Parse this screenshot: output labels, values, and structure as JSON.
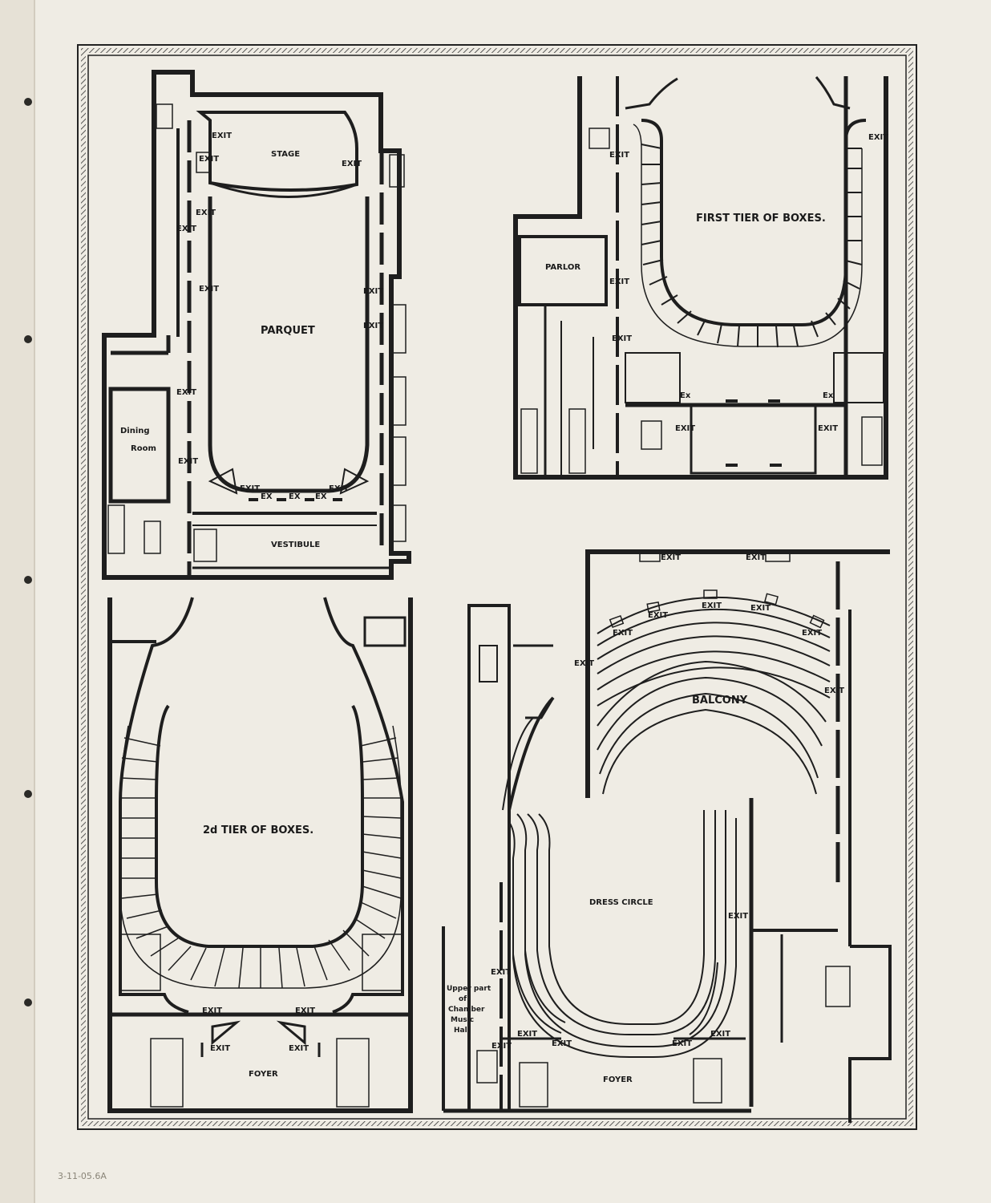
{
  "plans": {
    "parquet": {
      "stage": "STAGE",
      "name": "PARQUET",
      "dining": "Dining",
      "room": "Room",
      "vestibule": "VESTIBULE",
      "exit": "EXIT",
      "ex": "EX"
    },
    "first_tier": {
      "name": "FIRST TIER OF BOXES.",
      "parlor": "PARLOR",
      "exit": "EXIT",
      "ex": "Ex"
    },
    "second_tier": {
      "name": "2d TIER OF BOXES.",
      "foyer": "FOYER",
      "exit": "EXIT"
    },
    "balcony": {
      "name": "BALCONY",
      "dress_circle": "DRESS CIRCLE",
      "foyer": "FOYER",
      "exit": "EXIT",
      "chamber_line1": "Upper part",
      "chamber_line2": "of",
      "chamber_line3": "Chamber",
      "chamber_line4": "Music",
      "chamber_line5": "Hall"
    }
  },
  "archive_mark": "3-11-05.6A"
}
